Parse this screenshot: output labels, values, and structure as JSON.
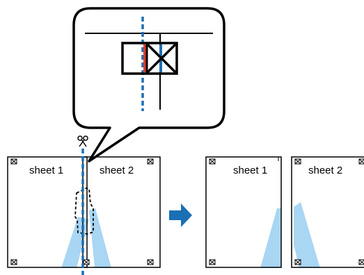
{
  "sheets": {
    "left_pair": {
      "left_label": "sheet 1",
      "right_label": "sheet 2"
    },
    "right_pair": {
      "left_label": "sheet 1",
      "right_label": "sheet 2"
    }
  },
  "icons": {
    "cut_tool": "scissors-icon",
    "direction": "arrow-right-icon",
    "crop_mark": "crop-mark-icon"
  },
  "colors": {
    "cut_line": "#1a6fb5",
    "arrow": "#1a6fb5",
    "image_fill": "#a9d6f3",
    "red_marker": "#e23c2a",
    "blue_marker": "#1a6fb5",
    "stroke": "#000000"
  }
}
